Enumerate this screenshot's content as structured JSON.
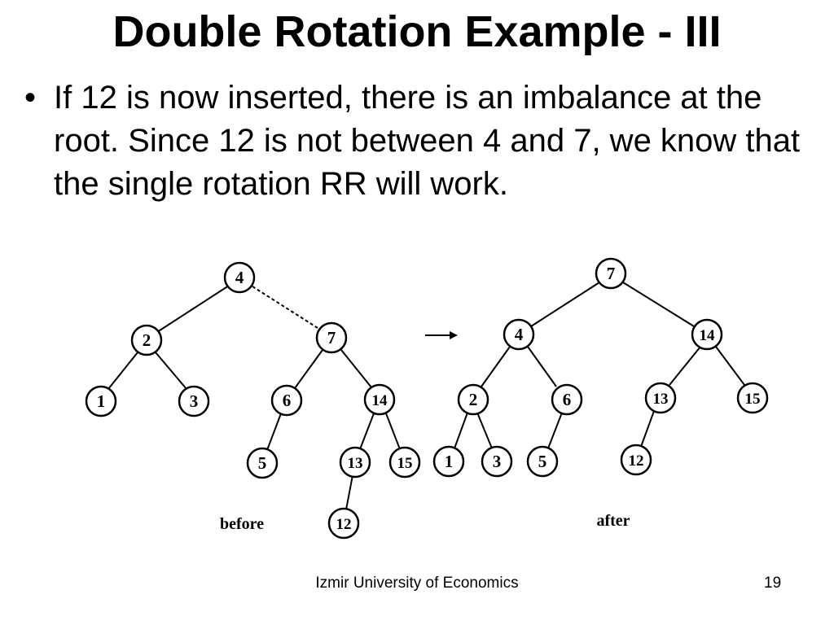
{
  "slide": {
    "title": "Double Rotation Example - III",
    "bullet_symbol": "•",
    "bullet_text": "If 12 is now inserted, there is an imbalance at the root. Since 12 is not between 4 and 7, we know that the single rotation RR will work."
  },
  "diagram": {
    "arrow_symbol": "→",
    "before": {
      "label": "before",
      "nodes": [
        "4",
        "2",
        "7",
        "1",
        "3",
        "6",
        "14",
        "5",
        "13",
        "15",
        "12"
      ]
    },
    "after": {
      "label": "after",
      "nodes": [
        "7",
        "4",
        "14",
        "2",
        "6",
        "13",
        "15",
        "1",
        "3",
        "5",
        "12"
      ]
    }
  },
  "footer": {
    "institution": "Izmir University of Economics",
    "page_number": "19"
  }
}
